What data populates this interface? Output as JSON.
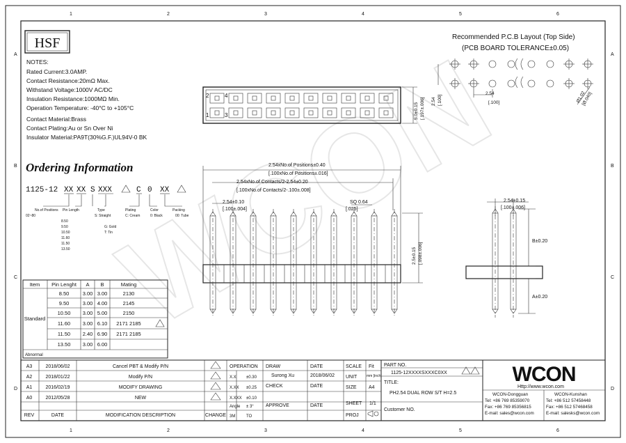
{
  "logo_hsf": "HSF",
  "notes": {
    "heading": "NOTES:",
    "lines": [
      "Rated Current:3.0AMP.",
      "Contact Resistance:20mΩ Max.",
      "Withstand Voltage:1000V AC/DC",
      "Insulation Resistance:1000MΩ Min.",
      "Operation Temperature: -40°C to +105°C",
      "Contact Material:Brass",
      "Contact Plating:Au or Sn Over Ni",
      "Insulator Material:PA9T(30%G.F.)UL94V-0 BK"
    ]
  },
  "ordering": {
    "title": "Ordering Information",
    "code_parts": [
      "1125-12",
      "XX",
      "XX",
      "S",
      "XXX",
      "C",
      "0",
      "XX"
    ],
    "sub_labels": [
      "Pin Length",
      "No.of Positions",
      "Type",
      "Plating",
      "Color",
      "Packing"
    ],
    "options": [
      "02~80",
      "S: Straight",
      "C: Cream",
      "0: Black",
      "00: Tube",
      "8.50",
      "9.50",
      "10.50",
      "11.60",
      "11.50",
      "13.50",
      "G: Gold",
      "T: Tin"
    ]
  },
  "pin_table": {
    "headers": [
      "Item",
      "Pin Lenght",
      "A",
      "B",
      "Mating"
    ],
    "group_label": "Standard",
    "rows": [
      [
        "8.50",
        "3.00",
        "3.00",
        "2130"
      ],
      [
        "9.50",
        "3.00",
        "4.00",
        "2145"
      ],
      [
        "10.50",
        "3.00",
        "5.00",
        "2150"
      ],
      [
        "11.60",
        "3.00",
        "6.10",
        "2171  2185"
      ],
      [
        "11.50",
        "2.40",
        "6.90",
        "2171  2185"
      ],
      [
        "13.50",
        "3.00",
        "6.00",
        ""
      ]
    ],
    "footer": "Abnormal"
  },
  "pcb": {
    "title": "Recommended P.C.B Layout (Top Side)",
    "tolerance": "(PCB BOARD TOLERANCE±0.05)",
    "dim_pitch_v": "2.54",
    "dim_pitch_v_in": "[.100]",
    "dim_pitch_h": "2.54",
    "dim_pitch_h_in": "[.100]",
    "dim_hole": "Ø1.02",
    "dim_hole_in": "[Ø.040]"
  },
  "top_view": {
    "numbers": [
      "2",
      "4",
      "1",
      "3"
    ],
    "height_dim": "5.0±0.15",
    "height_in": "[.197±.006]"
  },
  "front_view": {
    "overall": "2.54xNo.of Positions±0.40",
    "overall_in": "[.100xNo.of Positions±.016]",
    "contacts": "2.54xNo.of Contacts/2-2.54±0.20",
    "contacts_in": "[.100xNo.of Contacts/2-.100±.008]",
    "pitch": "2.54±0.10",
    "pitch_in": "[.100±.004]",
    "sq": "SQ 0.64",
    "sq_in": "[.025]",
    "height": "2.5±0.15",
    "height_in": "[.098±.006]"
  },
  "side_view": {
    "pitch": "2.54±0.15",
    "pitch_in": "[.100±.006]",
    "b_label": "B±0.20",
    "a_label": "A±0.20"
  },
  "revisions": {
    "rows": [
      {
        "rev": "A3",
        "date": "2018/06/02",
        "desc": "Cancel PBT & Modify P/N"
      },
      {
        "rev": "A2",
        "date": "2018/01/22",
        "desc": "Modify P/N"
      },
      {
        "rev": "A1",
        "date": "2016/02/19",
        "desc": "MODIFY DRAWING"
      },
      {
        "rev": "A0",
        "date": "2012/05/28",
        "desc": "NEW"
      }
    ],
    "headers": {
      "rev": "REV",
      "date": "DATE",
      "desc": "MODIFICATION DESCRIPTION",
      "change": "CHANGE"
    }
  },
  "tolerance": {
    "label": "OPERATION",
    "rows": [
      [
        "X.X",
        "±0.30"
      ],
      [
        "X.XX",
        "±0.25"
      ],
      [
        "X.XXX",
        "±0.10"
      ],
      [
        "Angle",
        "± 3°"
      ]
    ],
    "units": [
      "3M",
      "TO"
    ]
  },
  "title_block": {
    "draw_label": "DRAW",
    "draw_name": "Surong Xu",
    "check_label": "CHECK",
    "approve_label": "APPROVE",
    "date_label": "DATE",
    "date_value": "2018/06/02",
    "date_label2": "DATE",
    "date_label3": "DATE",
    "scale_label": "SCALE",
    "scale_value": "Fit",
    "unit_label": "UNIT",
    "unit_value": "mm [inch]",
    "size_label": "SIZE",
    "size_value": "A4",
    "sheet_label": "SHEET",
    "sheet_value": "1/1",
    "proj_label": "PROJ",
    "part_no_label": "PART NO.",
    "part_no": "1125-12XXXXSXXXC0XX",
    "title_label": "TITLE:",
    "title": "PH2.54 DUAL ROW S/T H=2.5",
    "customer": "Customer NO."
  },
  "company": {
    "logo": "WCON",
    "url": "Http://www.wcon.com",
    "left_name": "WCON-Dongguan",
    "left_tel": "Tel: +86 769 85359070",
    "left_fax": "Fax: +86 769 85356815",
    "left_mail": "E-mail: sales@wcon.com",
    "right_name": "WCON-Kunshan",
    "right_tel": "Tel: +86 512 57458448",
    "right_fax": "Fax: +86 512 57468458",
    "right_mail": "E-mail: salesks@wcon.com"
  },
  "border_labels": [
    "1",
    "2",
    "3",
    "4",
    "5",
    "6",
    "A",
    "B",
    "C",
    "D"
  ],
  "watermark": "WCON"
}
